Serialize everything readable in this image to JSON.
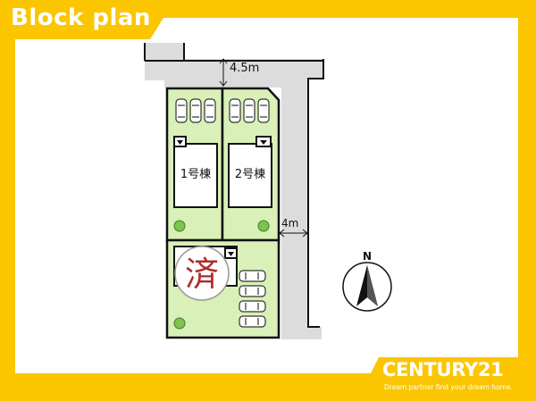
{
  "header": {
    "title": "Block plan"
  },
  "plan": {
    "road_north_width": "4.5m",
    "road_east_width": "4m",
    "lot_1_label": "1号棟",
    "lot_2_label": "2号棟",
    "sold_mark": "済",
    "compass_label": "N"
  },
  "brand": {
    "name": "CENTURY21",
    "tagline": "Dream partner find your dream home."
  },
  "colors": {
    "frame": "#fbc600",
    "canvas": "#ffffff",
    "road": "#dcdcdc",
    "lot": "#d9f0b8",
    "outline": "#111111",
    "sold_mark": "#b02a2a"
  }
}
